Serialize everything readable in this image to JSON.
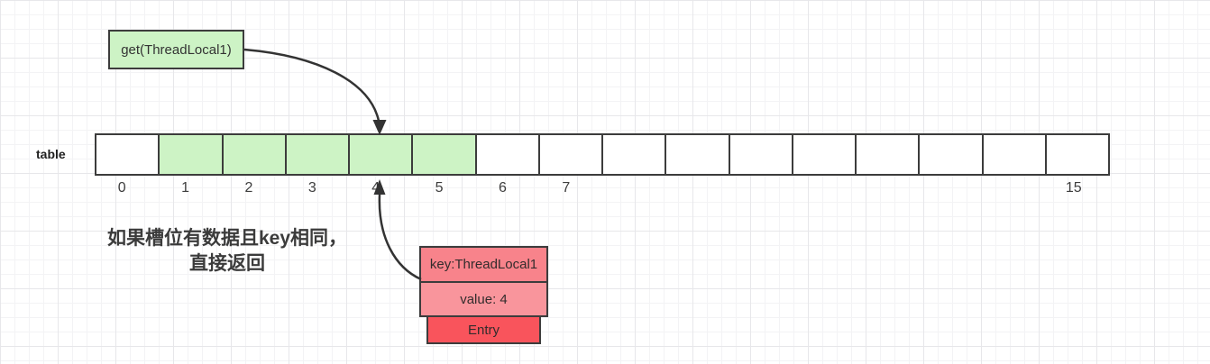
{
  "colors": {
    "green_fill": "#cdf3c5",
    "pink_fill": "#f8838b",
    "pink_fill_light": "#f9959c",
    "red_fill": "#f9545c",
    "border": "#3c3c3c",
    "arrow": "#333333"
  },
  "call_box": {
    "label": "get(ThreadLocal1)"
  },
  "table": {
    "name_label": "table",
    "cells": [
      {
        "index": "0",
        "highlighted": false,
        "show_label": true
      },
      {
        "index": "1",
        "highlighted": true,
        "show_label": true
      },
      {
        "index": "2",
        "highlighted": true,
        "show_label": true
      },
      {
        "index": "3",
        "highlighted": true,
        "show_label": true
      },
      {
        "index": "4",
        "highlighted": true,
        "show_label": true
      },
      {
        "index": "5",
        "highlighted": true,
        "show_label": true
      },
      {
        "index": "6",
        "highlighted": false,
        "show_label": true
      },
      {
        "index": "7",
        "highlighted": false,
        "show_label": true
      },
      {
        "index": "8",
        "highlighted": false,
        "show_label": false
      },
      {
        "index": "9",
        "highlighted": false,
        "show_label": false
      },
      {
        "index": "10",
        "highlighted": false,
        "show_label": false
      },
      {
        "index": "11",
        "highlighted": false,
        "show_label": false
      },
      {
        "index": "12",
        "highlighted": false,
        "show_label": false
      },
      {
        "index": "13",
        "highlighted": false,
        "show_label": false
      },
      {
        "index": "14",
        "highlighted": false,
        "show_label": false
      },
      {
        "index": "15",
        "highlighted": false,
        "show_label": true
      }
    ]
  },
  "annotation": {
    "line1": "如果槽位有数据且key相同，",
    "line2": "直接返回"
  },
  "entry_box": {
    "key_label": "key:ThreadLocal1",
    "value_label": "value: 4",
    "type_label": "Entry"
  }
}
